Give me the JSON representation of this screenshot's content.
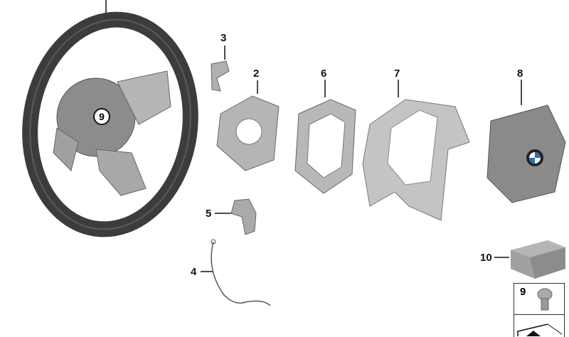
{
  "diagram": {
    "callouts": [
      {
        "id": "2",
        "label": "2"
      },
      {
        "id": "3",
        "label": "3"
      },
      {
        "id": "4",
        "label": "4"
      },
      {
        "id": "5",
        "label": "5"
      },
      {
        "id": "6",
        "label": "6"
      },
      {
        "id": "7",
        "label": "7"
      },
      {
        "id": "8",
        "label": "8"
      },
      {
        "id": "9",
        "label": "9"
      },
      {
        "id": "10",
        "label": "10"
      }
    ],
    "legend_box": {
      "label": "9",
      "icon": "screw-icon"
    },
    "logo": "BMW",
    "colors": {
      "tire": "#3c3c3c",
      "part": "#b9b9b9",
      "airbag": "#8a8a8a"
    }
  }
}
